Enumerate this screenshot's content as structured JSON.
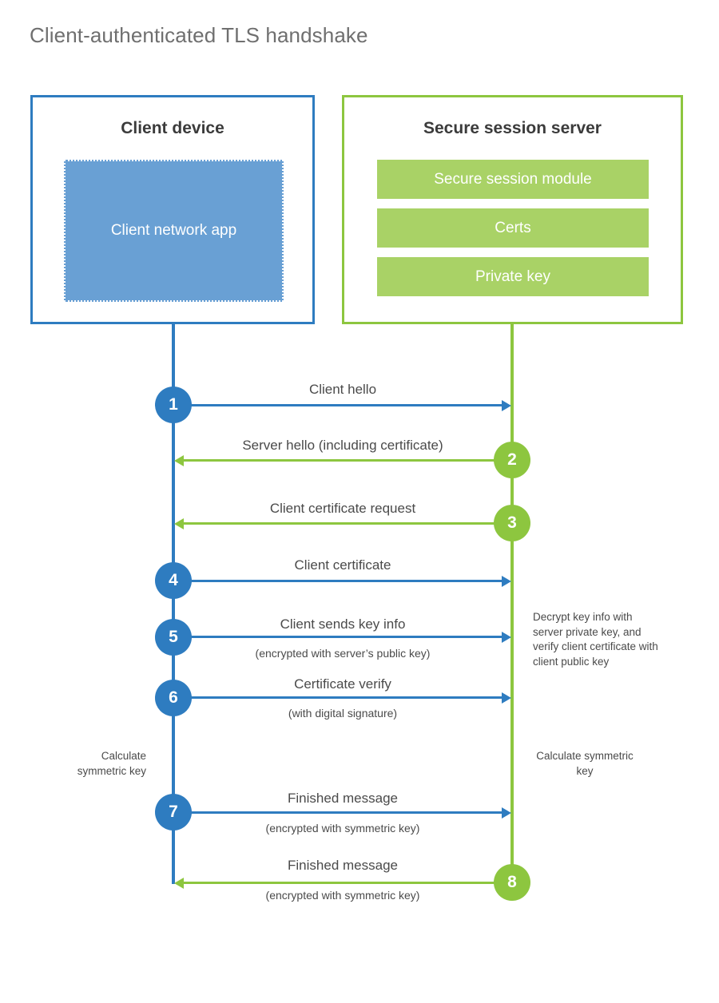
{
  "diagram": {
    "title": "Client-authenticated TLS handshake",
    "type": "sequence-diagram",
    "colors": {
      "client_blue": "#2e7cc0",
      "client_app_blue": "#69a0d4",
      "server_green": "#8dc63f",
      "server_bar_green": "#a9d266",
      "title_gray": "#6f6f6f",
      "label_gray": "#4a4a4a",
      "background": "#ffffff"
    }
  },
  "actors": {
    "client": {
      "title": "Client device",
      "app_label": "Client network app"
    },
    "server": {
      "title": "Secure session server",
      "components": [
        "Secure session module",
        "Certs",
        "Private key"
      ]
    }
  },
  "steps": [
    {
      "number": "1",
      "label": "Client hello",
      "sublabel": "",
      "direction": "client-to-server",
      "color": "blue"
    },
    {
      "number": "2",
      "label": "Server hello (including certificate)",
      "sublabel": "",
      "direction": "server-to-client",
      "color": "green"
    },
    {
      "number": "3",
      "label": "Client certificate request",
      "sublabel": "",
      "direction": "server-to-client",
      "color": "green"
    },
    {
      "number": "4",
      "label": "Client certificate",
      "sublabel": "",
      "direction": "client-to-server",
      "color": "blue"
    },
    {
      "number": "5",
      "label": "Client sends key info",
      "sublabel": "(encrypted with server’s public key)",
      "direction": "client-to-server",
      "color": "blue"
    },
    {
      "number": "6",
      "label": "Certificate verify",
      "sublabel": "(with digital signature)",
      "direction": "client-to-server",
      "color": "blue"
    },
    {
      "number": "7",
      "label": "Finished message",
      "sublabel": "(encrypted with symmetric key)",
      "direction": "client-to-server",
      "color": "blue"
    },
    {
      "number": "8",
      "label": "Finished message",
      "sublabel": "(encrypted with symmetric key)",
      "direction": "server-to-client",
      "color": "green"
    }
  ],
  "notes": {
    "server_decrypt": "Decrypt key info with server private key, and verify client certificate with client public key",
    "client_calculate": "Calculate symmetric key",
    "server_calculate": "Calculate symmetric key"
  }
}
